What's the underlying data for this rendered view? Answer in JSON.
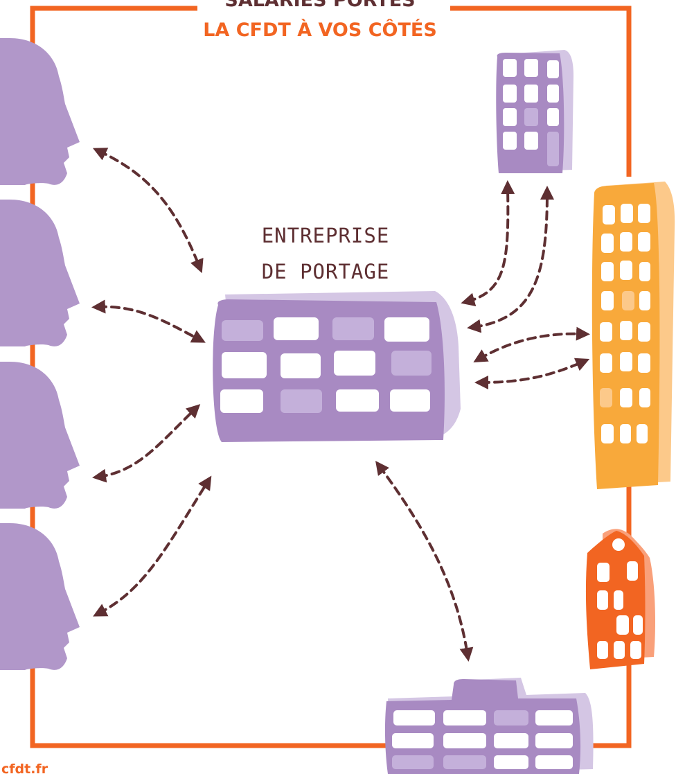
{
  "header": {
    "line1": "SALARIÉS PORTÉS",
    "line2": "LA CFDT À VOS CÔTÉS"
  },
  "center": {
    "line1": "ENTREPRISE",
    "line2": "DE PORTAGE"
  },
  "footer": {
    "site": "cfdt.fr"
  },
  "colors": {
    "frame": "#f26522",
    "purple": "#b197c9",
    "purple_dark": "#a88ac2",
    "purple_light": "#d4c6e4",
    "orange": "#f8a93b",
    "orange_red": "#f26522",
    "arrow": "#5e2f32"
  },
  "icons": {
    "people": [
      "person-profile-icon",
      "person-profile-icon",
      "person-profile-icon",
      "person-profile-icon"
    ],
    "companies": [
      "small-building-icon",
      "tall-orange-building-icon",
      "red-house-icon",
      "low-building-icon"
    ],
    "center": "portage-company-building-icon"
  }
}
